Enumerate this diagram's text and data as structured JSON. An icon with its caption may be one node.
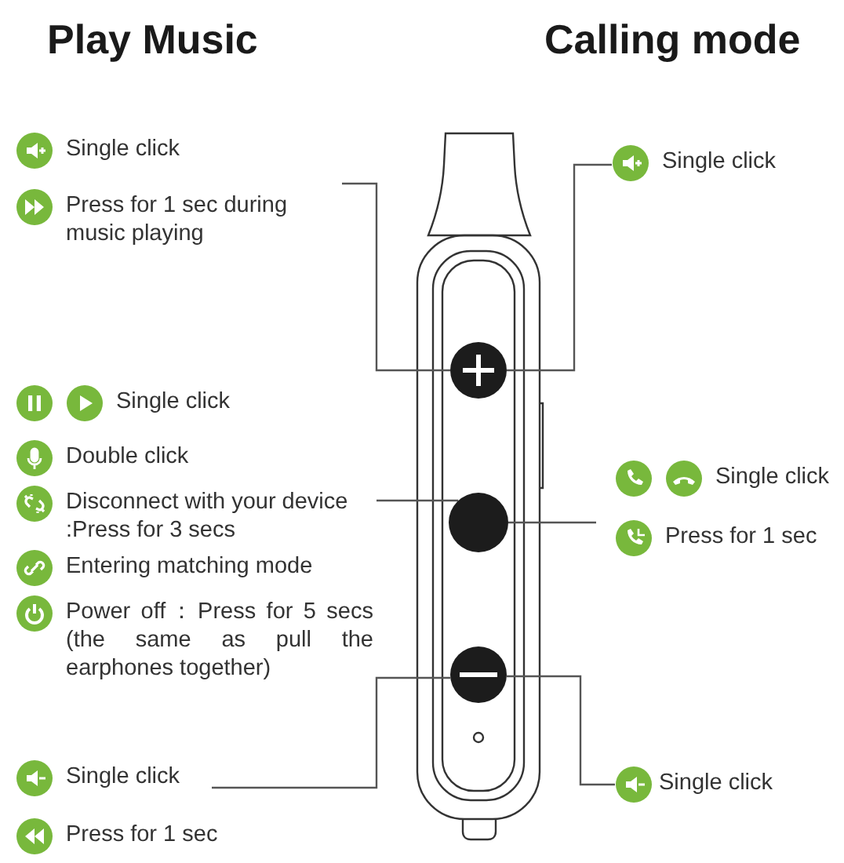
{
  "diagram": {
    "nodes": [
      {
        "text": [
          "Single click",
          "Press for 1 sec during music playing"
        ]
      },
      {
        "text": [
          "Single click",
          "Double click",
          "Disconnect with your device :Press for 3 secs",
          "Entering matching mode",
          "Power off：Press for 5 secs (the same as pull the earphones together)"
        ]
      },
      {
        "text": [
          "Single click",
          "Press for 1 sec"
        ]
      },
      {
        "text": [
          "Single click"
        ]
      },
      {
        "text": [
          "Single click",
          "Press for 1 sec"
        ]
      },
      {
        "text": [
          "Single click"
        ]
      },
      {
        "text": [],
        "shape": "circle"
      },
      {
        "text": [],
        "shape": "circle"
      },
      {
        "text": [],
        "shape": "circle"
      }
    ],
    "edges": [
      {
        "from": 0,
        "to": 6,
        "arrow": "none"
      },
      {
        "from": 1,
        "to": 7,
        "arrow": "none"
      },
      {
        "from": 2,
        "to": 8,
        "arrow": "none"
      },
      {
        "from": 3,
        "to": 6,
        "arrow": "none"
      },
      {
        "from": 4,
        "to": 7,
        "arrow": "none"
      },
      {
        "from": 5,
        "to": 8,
        "arrow": "none"
      }
    ],
    "labels": [
      "Play Music",
      "Calling mode"
    ]
  }
}
